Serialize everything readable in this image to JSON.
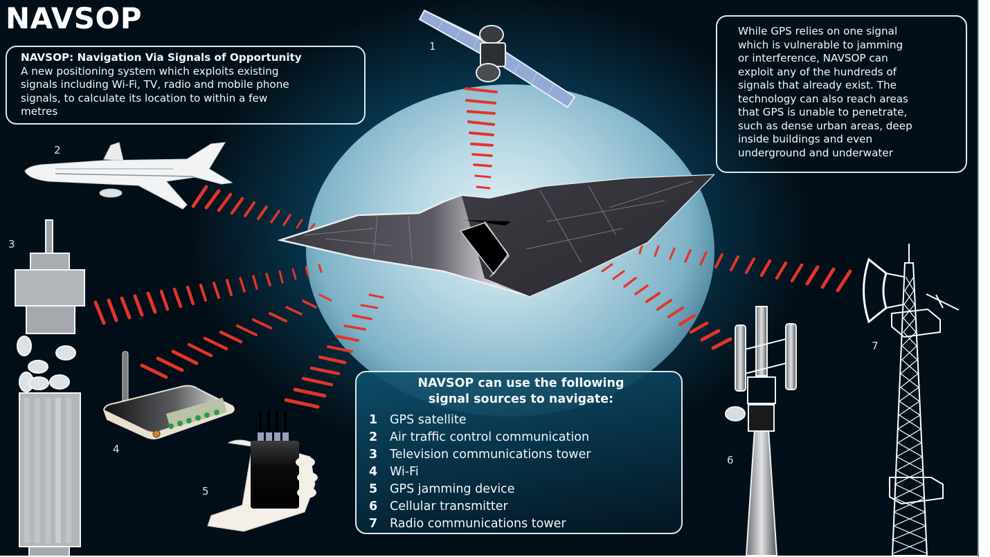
{
  "title": "NAVSOP",
  "intro_box": {
    "heading": "NAVSOP: Navigation Via Signals of Opportunity",
    "lines": [
      "A new positioning system which exploits existing",
      "signals including Wi-Fi, TV, radio and mobile phone",
      "signals, to calculate its location to within a few",
      "metres"
    ]
  },
  "info_box": {
    "lines": [
      "While GPS relies on one signal",
      "which is vulnerable to jamming",
      "or interference, NAVSOP can",
      "exploit any of the hundreds of",
      "signals that already exist. The",
      "technology can also reach areas",
      "that GPS is unable to penetrate,",
      "such as dense urban areas, deep",
      "inside buildings and even",
      "underground and underwater"
    ]
  },
  "sources_box": {
    "heading_line1": "NAVSOP can use the following",
    "heading_line2": "signal sources to navigate:",
    "items": [
      {
        "num": "1",
        "label": "GPS satellite"
      },
      {
        "num": "2",
        "label": "Air traffic control communication"
      },
      {
        "num": "3",
        "label": "Television communications tower"
      },
      {
        "num": "4",
        "label": "Wi-Fi"
      },
      {
        "num": "5",
        "label": "GPS jamming device"
      },
      {
        "num": "6",
        "label": "Cellular transmitter"
      },
      {
        "num": "7",
        "label": "Radio communications tower"
      }
    ]
  },
  "illustration_labels": {
    "satellite": "1",
    "airplane": "2",
    "tv_tower": "3",
    "wifi_router": "4",
    "jammer": "5",
    "cell_tower": "6",
    "radio_tower": "7"
  },
  "colors": {
    "background": "#030f18",
    "glow": "#b8d8e4",
    "signal_dash": "#e2352a",
    "box_border": "#dbeaf0",
    "text": "#f2f7f9"
  }
}
